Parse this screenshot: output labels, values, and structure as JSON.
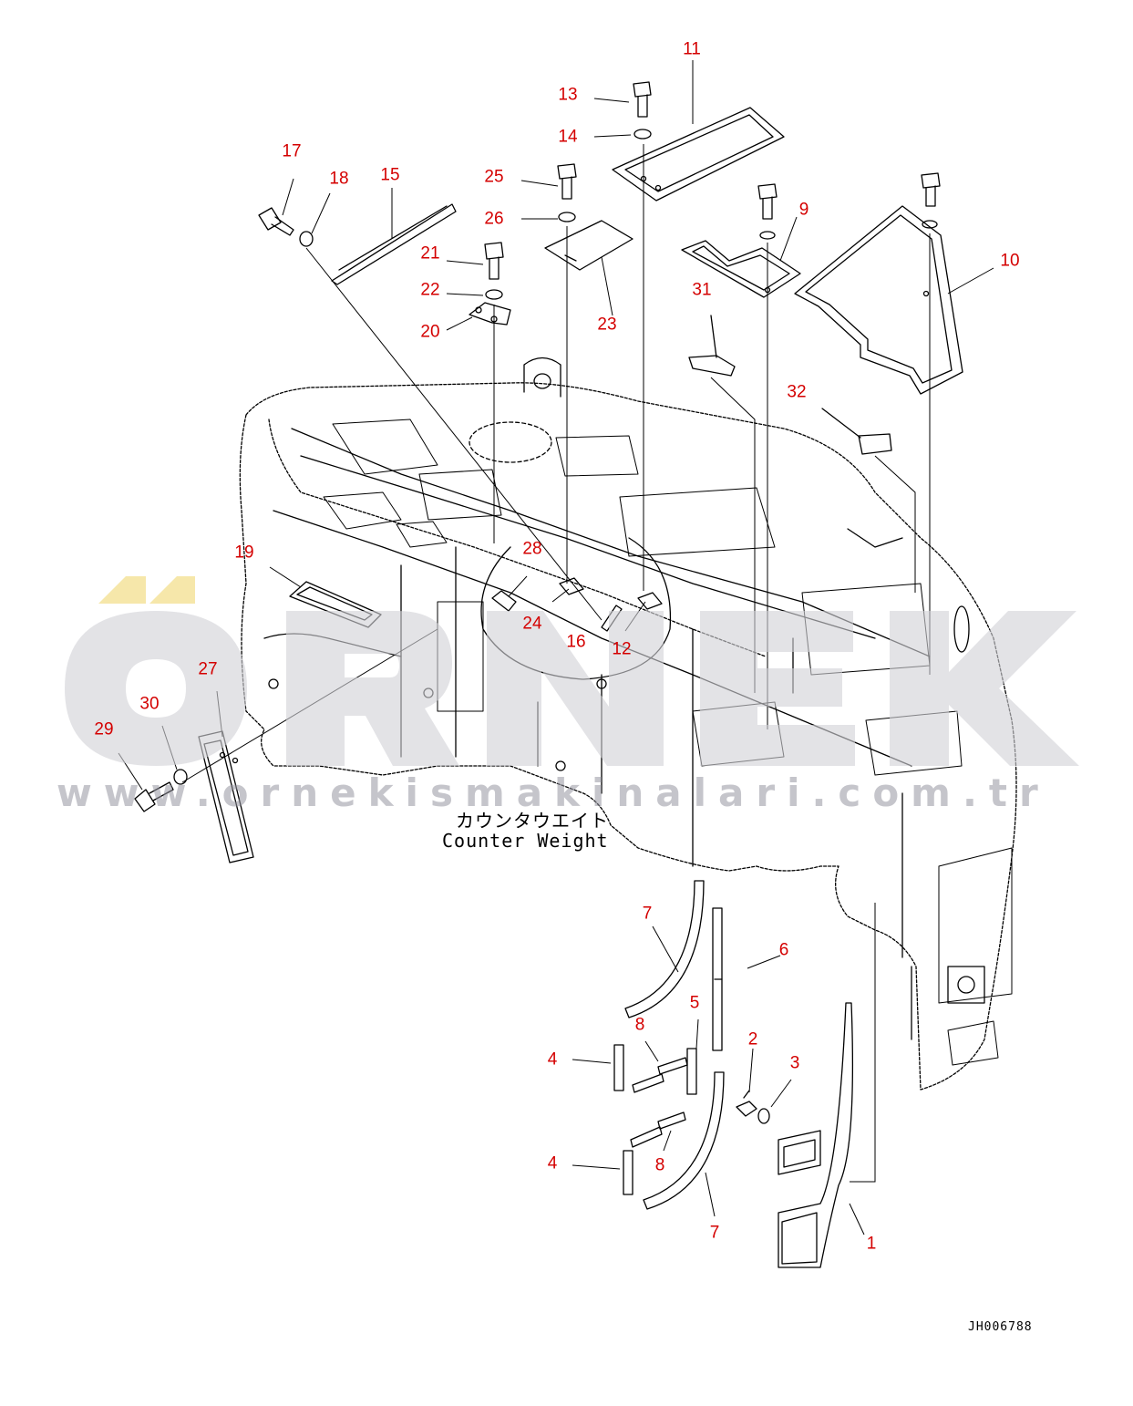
{
  "diagram": {
    "label_jp": "カウンタウエイト",
    "label_en": "Counter Weight",
    "doc_id": "JH006788",
    "callout_color": "#d40000"
  },
  "watermark": {
    "brand": "ÖRNEK",
    "url": "www.ornekismakinalari.com.tr",
    "gray": "#d2d2d7",
    "gold": "#f3df8e"
  },
  "callouts": [
    {
      "id": "c11",
      "text": "11"
    },
    {
      "id": "c13",
      "text": "13"
    },
    {
      "id": "c14",
      "text": "14"
    },
    {
      "id": "c17",
      "text": "17"
    },
    {
      "id": "c18",
      "text": "18"
    },
    {
      "id": "c15",
      "text": "15"
    },
    {
      "id": "c25",
      "text": "25"
    },
    {
      "id": "c26",
      "text": "26"
    },
    {
      "id": "c9",
      "text": "9"
    },
    {
      "id": "c10",
      "text": "10"
    },
    {
      "id": "c21",
      "text": "21"
    },
    {
      "id": "c22",
      "text": "22"
    },
    {
      "id": "c20",
      "text": "20"
    },
    {
      "id": "c23",
      "text": "23"
    },
    {
      "id": "c31",
      "text": "31"
    },
    {
      "id": "c32",
      "text": "32"
    },
    {
      "id": "c19",
      "text": "19"
    },
    {
      "id": "c28",
      "text": "28"
    },
    {
      "id": "c24",
      "text": "24"
    },
    {
      "id": "c16",
      "text": "16"
    },
    {
      "id": "c12",
      "text": "12"
    },
    {
      "id": "c27",
      "text": "27"
    },
    {
      "id": "c30",
      "text": "30"
    },
    {
      "id": "c29",
      "text": "29"
    },
    {
      "id": "c7a",
      "text": "7"
    },
    {
      "id": "c6",
      "text": "6"
    },
    {
      "id": "c5",
      "text": "5"
    },
    {
      "id": "c8a",
      "text": "8"
    },
    {
      "id": "c4a",
      "text": "4"
    },
    {
      "id": "c2",
      "text": "2"
    },
    {
      "id": "c3",
      "text": "3"
    },
    {
      "id": "c4b",
      "text": "4"
    },
    {
      "id": "c8b",
      "text": "8"
    },
    {
      "id": "c7b",
      "text": "7"
    },
    {
      "id": "c1",
      "text": "1"
    }
  ]
}
